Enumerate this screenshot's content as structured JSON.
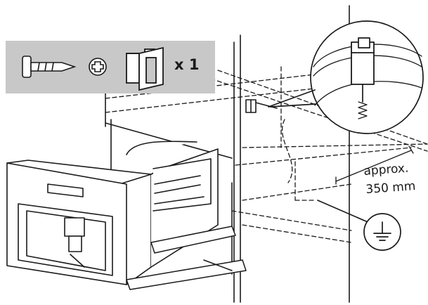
{
  "parts_panel": {
    "quantity_label": "x 1",
    "items": [
      "screw-icon",
      "phillips-drive-icon",
      "mounting-bracket-icon"
    ]
  },
  "annotations": {
    "approx_label": "approx.",
    "distance_label": "350 mm"
  },
  "icons": {
    "ground": "ground-symbol-icon"
  },
  "colors": {
    "panel": "#c8c8c8",
    "line": "#1a1a1a",
    "frame": "#ffffff"
  }
}
